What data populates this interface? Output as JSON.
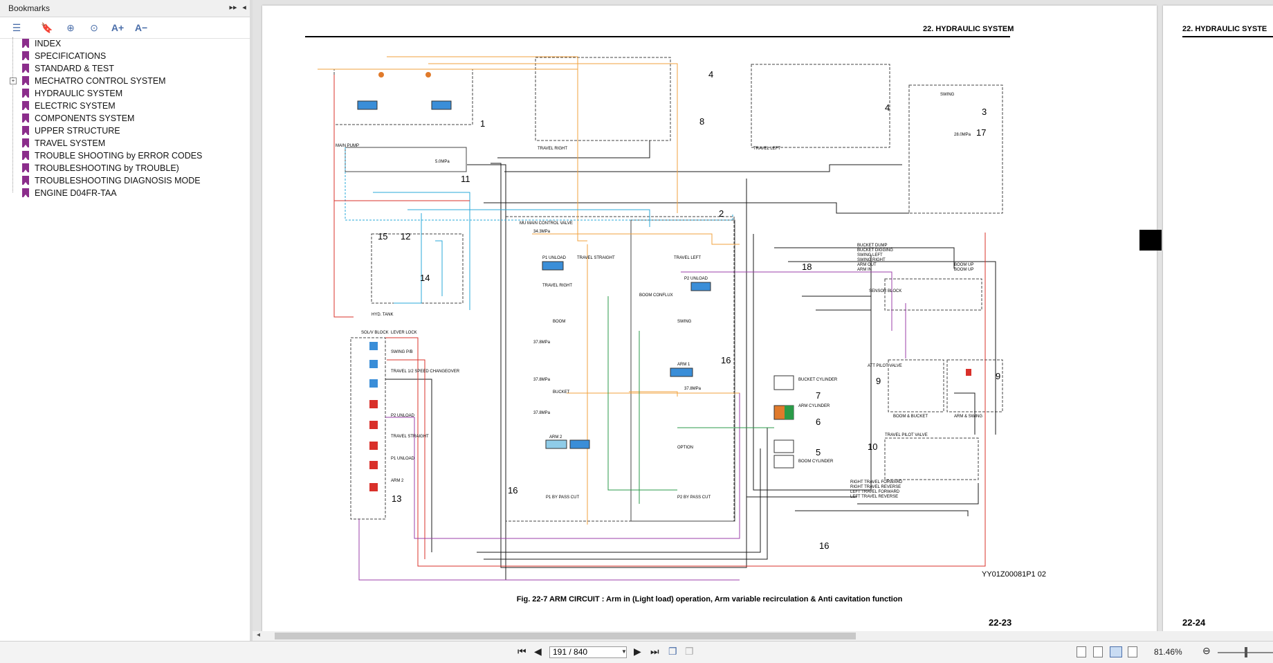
{
  "sidebar": {
    "title": "Bookmarks",
    "header_buttons": [
      "expand-panel",
      "collapse-panel"
    ],
    "toolbar_icons": [
      "options-icon",
      "bookmark-icon",
      "add-bookmark-icon",
      "find-bookmark-icon",
      "increase-text-icon",
      "decrease-text-icon"
    ],
    "toolbar_glyphs": [
      "☰",
      "🔖",
      "⊕",
      "⊙",
      "A+",
      "A−"
    ],
    "items": [
      {
        "label": "INDEX"
      },
      {
        "label": "SPECIFICATIONS"
      },
      {
        "label": "STANDARD & TEST"
      },
      {
        "label": "MECHATRO CONTROL SYSTEM",
        "expandable": true
      },
      {
        "label": "HYDRAULIC SYSTEM"
      },
      {
        "label": "ELECTRIC SYSTEM"
      },
      {
        "label": "COMPONENTS SYSTEM"
      },
      {
        "label": "UPPER STRUCTURE"
      },
      {
        "label": "TRAVEL SYSTEM"
      },
      {
        "label": "TROUBLE SHOOTING by ERROR CODES"
      },
      {
        "label": "TROUBLESHOOTING by TROUBLE)"
      },
      {
        "label": "TROUBLESHOOTING DIAGNOSIS MODE"
      },
      {
        "label": "ENGINE D04FR-TAA"
      }
    ]
  },
  "page1": {
    "header": "22. HYDRAULIC SYSTEM",
    "caption": "Fig. 22-7 ARM CIRCUIT : Arm in (Light load) operation, Arm variable recirculation & Anti cavitation function",
    "drawing_code": "YY01Z00081P1  02",
    "page_number": "22-23"
  },
  "page2": {
    "header": "22. HYDRAULIC SYSTE",
    "page_number": "22-24"
  },
  "diagram_labels": {
    "callouts": [
      "1",
      "2",
      "3",
      "4",
      "4",
      "5",
      "6",
      "7",
      "8",
      "9",
      "9",
      "10",
      "11",
      "12",
      "13",
      "14",
      "15",
      "16",
      "16",
      "16",
      "17",
      "18"
    ],
    "blocks": [
      "MAIN PUMP",
      "TRAVEL RIGHT",
      "TRAVEL LEFT",
      "SWING",
      "MU MAIN CONTROL VALVE",
      "HYD. TANK",
      "SOL/V BLOCK",
      "SENSOR BLOCK",
      "ATT PILOT VALVE",
      "TRAVEL PILOT VALVE",
      "BUCKET CYLINDER",
      "ARM CYLINDER",
      "BOOM CYLINDER",
      "BOOM & BUCKET",
      "ARM & SWING"
    ],
    "valves": [
      "P1 UNLOAD",
      "TRAVEL STRAIGHT",
      "TRAVEL RIGHT",
      "BOOM",
      "BUCKET",
      "ARM 2",
      "P1 BY PASS CUT",
      "TRAVEL LEFT",
      "P2 UNLOAD",
      "BOOM CONFLUX",
      "SWING",
      "ARM 1",
      "OPTION",
      "P2 BY PASS CUT"
    ],
    "sol_labels": [
      "LEVER LOCK",
      "SWING P/B",
      "TRAVEL 1/2 SPEED CHANGEOVER",
      "P2 UNLOAD",
      "TRAVEL STRAIGHT",
      "P1 UNLOAD",
      "ARM 2"
    ],
    "pilot_lines": [
      "BUCKET DUMP",
      "BUCKET DIGGING",
      "SWING LEFT",
      "SWING RIGHT",
      "ARM OUT",
      "ARM IN",
      "BOOM UP",
      "BOOM UP"
    ],
    "travel_lines": [
      "RIGHT TRAVEL FORWARD",
      "RIGHT TRAVEL REVERSE",
      "LEFT TRAVEL FORWARD",
      "LEFT TRAVEL REVERSE"
    ],
    "pressures": [
      "34.3MPa",
      "37.8MPa",
      "37.8MPa",
      "37.8MPa",
      "37.8MPa",
      "28.0MPa",
      "5.0MPa"
    ]
  },
  "statusbar": {
    "page_field": "191 / 840",
    "zoom": "81.46%"
  },
  "colors": {
    "accent": "#4a6ea9",
    "bookmark": "#8b2d8b",
    "line_black": "#1a1a1a",
    "line_orange": "#f2a23c",
    "line_cyan": "#2aa8d8",
    "line_red": "#d9302a",
    "line_purple": "#9b3fa8",
    "line_green": "#2a9a48"
  }
}
